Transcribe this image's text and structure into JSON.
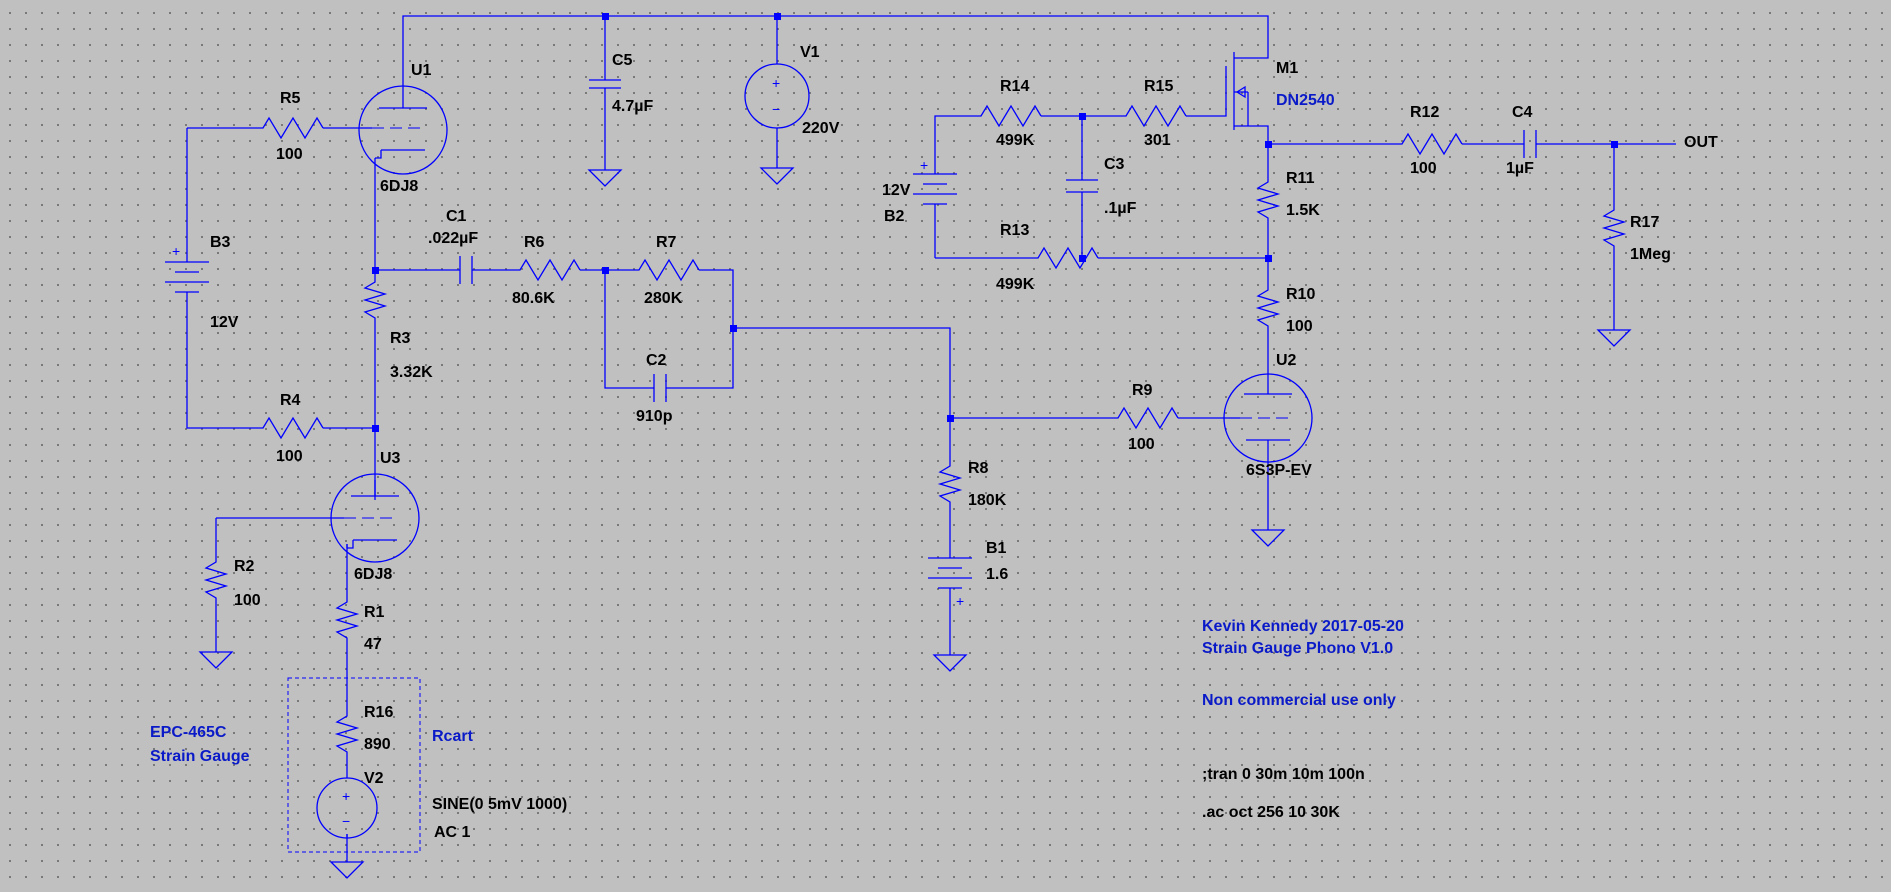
{
  "components": {
    "u1": {
      "ref": "U1",
      "model": "6DJ8"
    },
    "u2": {
      "ref": "U2",
      "model": "6S3P-EV"
    },
    "u3": {
      "ref": "U3",
      "model": "6DJ8"
    },
    "m1": {
      "ref": "M1",
      "model": "DN2540"
    },
    "r1": {
      "ref": "R1",
      "value": "47"
    },
    "r2": {
      "ref": "R2",
      "value": "100"
    },
    "r3": {
      "ref": "R3",
      "value": "3.32K"
    },
    "r4": {
      "ref": "R4",
      "value": "100"
    },
    "r5": {
      "ref": "R5",
      "value": "100"
    },
    "r6": {
      "ref": "R6",
      "value": "80.6K"
    },
    "r7": {
      "ref": "R7",
      "value": "280K"
    },
    "r8": {
      "ref": "R8",
      "value": "180K"
    },
    "r9": {
      "ref": "R9",
      "value": "100"
    },
    "r10": {
      "ref": "R10",
      "value": "100"
    },
    "r11": {
      "ref": "R11",
      "value": "1.5K"
    },
    "r12": {
      "ref": "R12",
      "value": "100"
    },
    "r13": {
      "ref": "R13",
      "value": "499K"
    },
    "r14": {
      "ref": "R14",
      "value": "499K"
    },
    "r15": {
      "ref": "R15",
      "value": "301"
    },
    "r16": {
      "ref": "R16",
      "value": "890"
    },
    "r17": {
      "ref": "R17",
      "value": "1Meg"
    },
    "c1": {
      "ref": "C1",
      "value": ".022µF"
    },
    "c2": {
      "ref": "C2",
      "value": "910p"
    },
    "c3": {
      "ref": "C3",
      "value": ".1µF"
    },
    "c4": {
      "ref": "C4",
      "value": "1µF"
    },
    "c5": {
      "ref": "C5",
      "value": "4.7µF"
    },
    "b1": {
      "ref": "B1",
      "value": "1.6"
    },
    "b2": {
      "ref": "B2",
      "value": "12V"
    },
    "b3": {
      "ref": "B3",
      "value": "12V"
    },
    "v1": {
      "ref": "V1",
      "value": "220V"
    },
    "v2": {
      "ref": "V2",
      "value": "SINE(0 5mV 1000)",
      "value2": "AC 1"
    }
  },
  "net_labels": {
    "out": "OUT"
  },
  "comments": {
    "cartridge_line1": "EPC-465C",
    "cartridge_line2": "Strain Gauge",
    "rcart": "Rcart",
    "author": "Kevin Kennedy 2017-05-20",
    "project": "Strain Gauge Phono V1.0",
    "license": "Non commercial use only"
  },
  "directives": {
    "tran": ";tran 0 30m 10m 100n",
    "ac": ".ac oct 256 10 30K"
  },
  "polarity": {
    "plus": "+",
    "minus": "−"
  },
  "colors": {
    "wire": "#0000ff",
    "background": "#c0c0c0",
    "text": "#000000",
    "comment": "#0a1ac8"
  }
}
